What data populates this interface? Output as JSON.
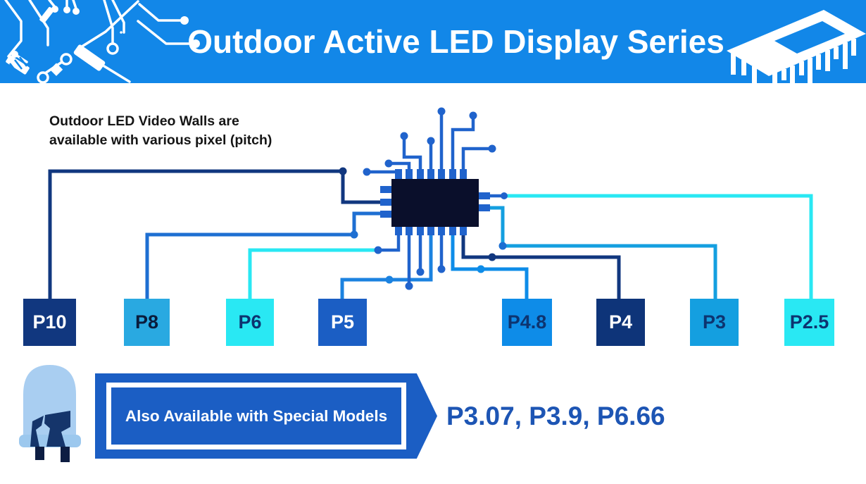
{
  "header": {
    "title": "Outdoor Active LED Display Series",
    "background_color": "#1287e8",
    "art_left": "circuit-traces-icon",
    "art_right": "isometric-chip-icon"
  },
  "intro": {
    "line1": "Outdoor LED Video Walls are",
    "line2": "available with various pixel (pitch)"
  },
  "diagram": {
    "center_icon": "ic-chip-icon",
    "trace_colors": {
      "navy": "#11377f",
      "blue": "#2063cc",
      "bright_blue": "#0e8ce8",
      "sky_blue": "#149fe0",
      "cyan": "#29e8f3"
    }
  },
  "pitch_boxes": [
    {
      "label": "P10",
      "bg": "#11377f",
      "text_color": "#ffffff"
    },
    {
      "label": "P8",
      "bg": "#29a9e1",
      "text_color": "#0a1c3c"
    },
    {
      "label": "P6",
      "bg": "#29e8f3",
      "text_color": "#0d3470"
    },
    {
      "label": "P5",
      "bg": "#1b5ec4",
      "text_color": "#ffffff"
    },
    {
      "label": "P4.8",
      "bg": "#0e8ce8",
      "text_color": "#0d3470"
    },
    {
      "label": "P4",
      "bg": "#0e3479",
      "text_color": "#ffffff"
    },
    {
      "label": "P3",
      "bg": "#149fe0",
      "text_color": "#0d3470"
    },
    {
      "label": "P2.5",
      "bg": "#29e8f3",
      "text_color": "#0d3470"
    }
  ],
  "special": {
    "banner_label": "Also Available with Special Models",
    "models": "P3.07,  P3.9,  P6.66",
    "banner_color": "#1b5ec4",
    "models_text_color": "#1d55b4",
    "icon": "led-diode-icon"
  }
}
